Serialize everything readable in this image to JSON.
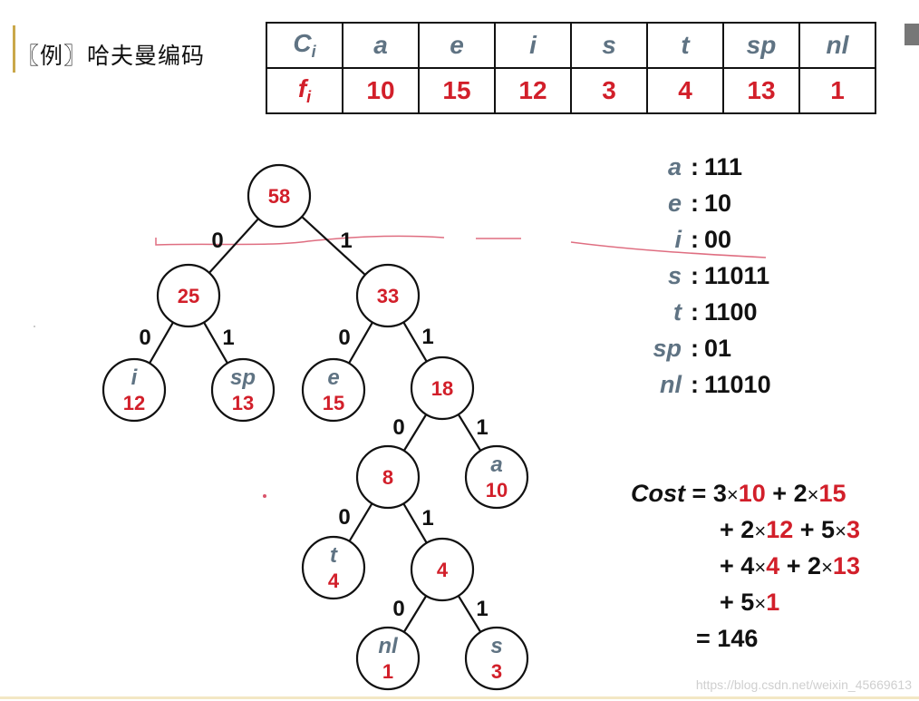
{
  "title": "〖例〗哈夫曼编码",
  "table": {
    "row1_label": "C",
    "row1_sub": "i",
    "row2_label": "f",
    "row2_sub": "i",
    "symbols": [
      "a",
      "e",
      "i",
      "s",
      "t",
      "sp",
      "nl"
    ],
    "frequencies": [
      "10",
      "15",
      "12",
      "3",
      "4",
      "13",
      "1"
    ]
  },
  "tree": {
    "nodes": [
      {
        "id": "root",
        "value": "58"
      },
      {
        "id": "n25",
        "value": "25"
      },
      {
        "id": "n33",
        "value": "33"
      },
      {
        "id": "leaf-i",
        "symbol": "i",
        "value": "12"
      },
      {
        "id": "leaf-sp",
        "symbol": "sp",
        "value": "13"
      },
      {
        "id": "leaf-e",
        "symbol": "e",
        "value": "15"
      },
      {
        "id": "n18",
        "value": "18"
      },
      {
        "id": "n8",
        "value": "8"
      },
      {
        "id": "leaf-a",
        "symbol": "a",
        "value": "10"
      },
      {
        "id": "leaf-t",
        "symbol": "t",
        "value": "4"
      },
      {
        "id": "n4",
        "value": "4"
      },
      {
        "id": "leaf-nl",
        "symbol": "nl",
        "value": "1"
      },
      {
        "id": "leaf-s",
        "symbol": "s",
        "value": "3"
      }
    ],
    "edges": [
      {
        "from": "root",
        "to": "n25",
        "bit": "0"
      },
      {
        "from": "root",
        "to": "n33",
        "bit": "1"
      },
      {
        "from": "n25",
        "to": "leaf-i",
        "bit": "0"
      },
      {
        "from": "n25",
        "to": "leaf-sp",
        "bit": "1"
      },
      {
        "from": "n33",
        "to": "leaf-e",
        "bit": "0"
      },
      {
        "from": "n33",
        "to": "n18",
        "bit": "1"
      },
      {
        "from": "n18",
        "to": "n8",
        "bit": "0"
      },
      {
        "from": "n18",
        "to": "leaf-a",
        "bit": "1"
      },
      {
        "from": "n8",
        "to": "leaf-t",
        "bit": "0"
      },
      {
        "from": "n8",
        "to": "n4",
        "bit": "1"
      },
      {
        "from": "n4",
        "to": "leaf-nl",
        "bit": "0"
      },
      {
        "from": "n4",
        "to": "leaf-s",
        "bit": "1"
      }
    ]
  },
  "codes": [
    {
      "symbol": "a",
      "colon": ":",
      "code": "111"
    },
    {
      "symbol": "e",
      "colon": ":",
      "code": "10"
    },
    {
      "symbol": "i",
      "colon": ":",
      "code": "00"
    },
    {
      "symbol": "s",
      "colon": ":",
      "code": "11011"
    },
    {
      "symbol": "t",
      "colon": ":",
      "code": "1100"
    },
    {
      "symbol": "sp",
      "colon": ":",
      "code": "01"
    },
    {
      "symbol": "nl",
      "colon": ":",
      "code": "11010"
    }
  ],
  "cost": {
    "label": "Cost",
    "eq": "=",
    "plus": "+",
    "times": "×",
    "terms": [
      {
        "len": "3",
        "freq": "10"
      },
      {
        "len": "2",
        "freq": "15"
      },
      {
        "len": "2",
        "freq": "12"
      },
      {
        "len": "5",
        "freq": "3"
      },
      {
        "len": "4",
        "freq": "4"
      },
      {
        "len": "2",
        "freq": "13"
      },
      {
        "len": "5",
        "freq": "1"
      }
    ],
    "total": "146"
  },
  "watermark": "https://blog.csdn.net/weixin_45669613",
  "colors": {
    "symbol": "#5f7383",
    "value": "#d21f2a",
    "line": "#111111",
    "annotation": "#d9556b"
  }
}
